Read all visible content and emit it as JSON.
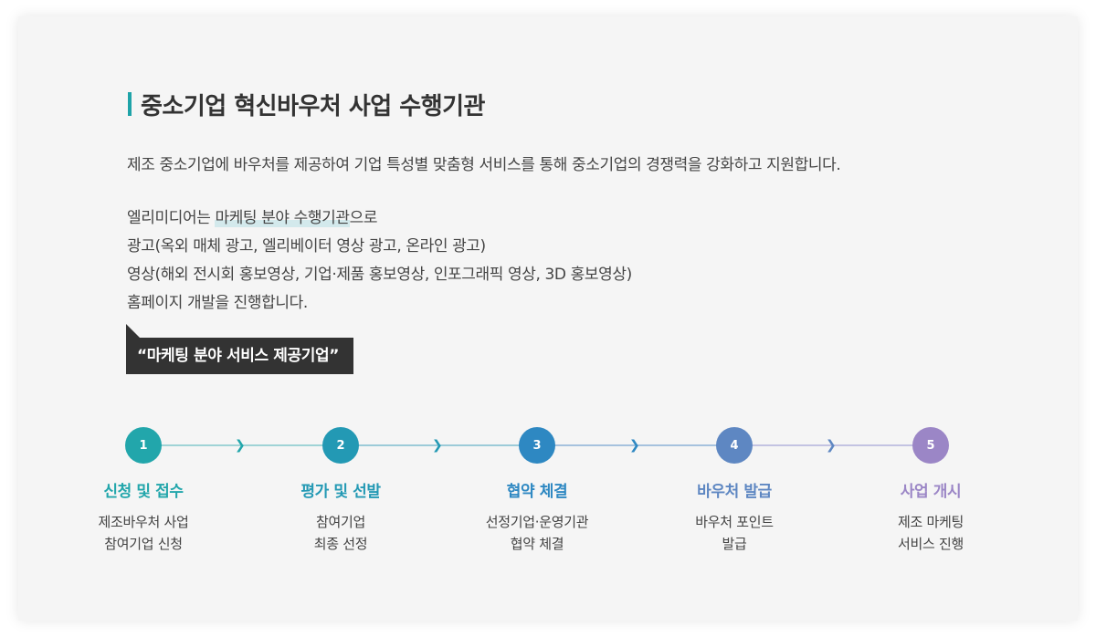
{
  "section": {
    "title": "중소기업 혁신바우처 사업 수행기관",
    "description": "제조 중소기업에 바우처를 제공하여 기업 특성별 맞춤형 서비스를 통해 중소기업의 경쟁력을 강화하고 지원합니다.",
    "intro_prefix": "엘리미디어는 ",
    "intro_highlight": "마케팅 분야 수행기관",
    "intro_suffix": "으로",
    "lines": [
      "광고(옥외 매체 광고, 엘리베이터 영상 광고, 온라인 광고)",
      "영상(해외 전시회 홍보영상, 기업·제품 홍보영상, 인포그래픽 영상, 3D 홍보영상)",
      "홈페이지 개발을 진행합니다."
    ],
    "tag": "“마케팅 분야 서비스 제공기업”"
  },
  "steps": [
    {
      "number": "1",
      "title": "신청 및 접수",
      "desc1": "제조바우처 사업",
      "desc2": "참여기업 신청",
      "color": "#22a6ab"
    },
    {
      "number": "2",
      "title": "평가 및 선발",
      "desc1": "참여기업",
      "desc2": "최종 선정",
      "color": "#2399b4"
    },
    {
      "number": "3",
      "title": "협약 체결",
      "desc1": "선정기업·운영기관",
      "desc2": "협약 체결",
      "color": "#2e88c2"
    },
    {
      "number": "4",
      "title": "바우처 발급",
      "desc1": "바우처 포인트",
      "desc2": "발급",
      "color": "#5e87c2"
    },
    {
      "number": "5",
      "title": "사업 개시",
      "desc1": "제조 마케팅",
      "desc2": "서비스 진행",
      "color": "#9b86c6"
    }
  ],
  "arrow_icon": "chevron-right-icon",
  "line_colors": [
    "#9fd3d6",
    "#9ccbd8",
    "#a6c2de",
    "#c3c3e2"
  ]
}
